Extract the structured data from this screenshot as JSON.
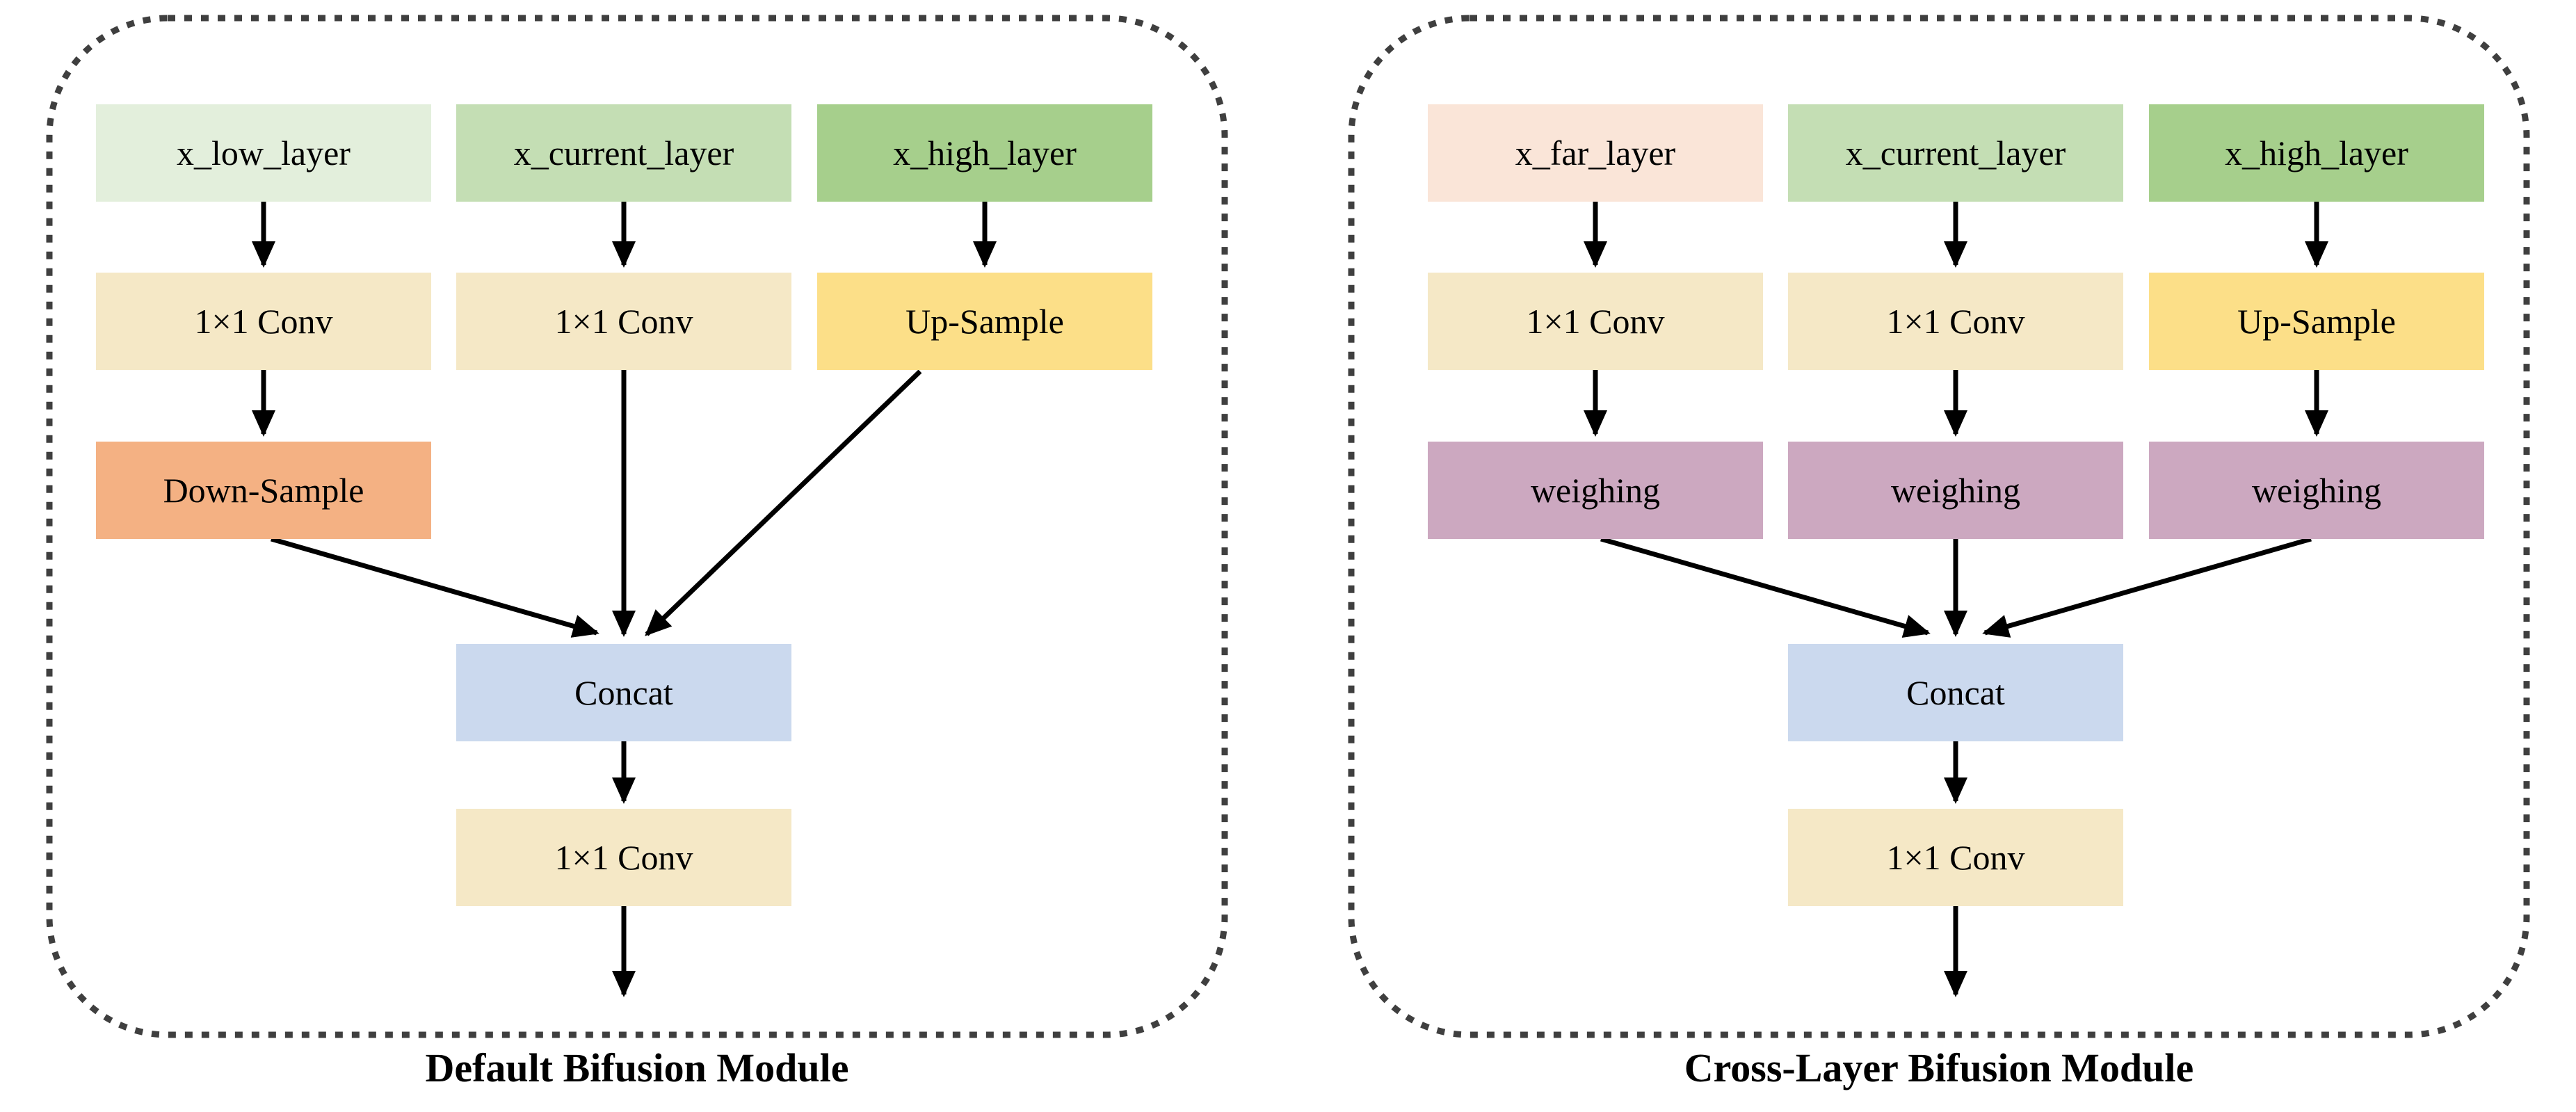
{
  "figure": {
    "panels": [
      {
        "caption": "Default Bifusion Module",
        "nodes": {
          "input_left": "x_low_layer",
          "input_center": "x_current_layer",
          "input_right": "x_high_layer",
          "conv_left": "1×1 Conv",
          "conv_center": "1×1 Conv",
          "upsample": "Up-Sample",
          "downsample": "Down-Sample",
          "concat": "Concat",
          "conv_out": "1×1 Conv"
        }
      },
      {
        "caption": "Cross-Layer Bifusion Module",
        "nodes": {
          "input_left": "x_far_layer",
          "input_center": "x_current_layer",
          "input_right": "x_high_layer",
          "conv_left": "1×1 Conv",
          "conv_center": "1×1 Conv",
          "upsample": "Up-Sample",
          "weighing_left": "weighing",
          "weighing_center": "weighing",
          "weighing_right": "weighing",
          "concat": "Concat",
          "conv_out": "1×1 Conv"
        }
      }
    ],
    "colors": {
      "low_layer_green": "#e3efdc",
      "current_layer_green": "#c4deb4",
      "high_layer_green": "#a6cf8c",
      "far_layer_peach": "#fae5d8",
      "conv_tan": "#f5e8c6",
      "upsample_yellow": "#fcdf88",
      "downsample_orange": "#f4b183",
      "weighing_purple": "#cca8c0",
      "concat_blue": "#cbd9ee",
      "arrow_black": "#000000",
      "border_gray": "#3f3f3f"
    }
  }
}
